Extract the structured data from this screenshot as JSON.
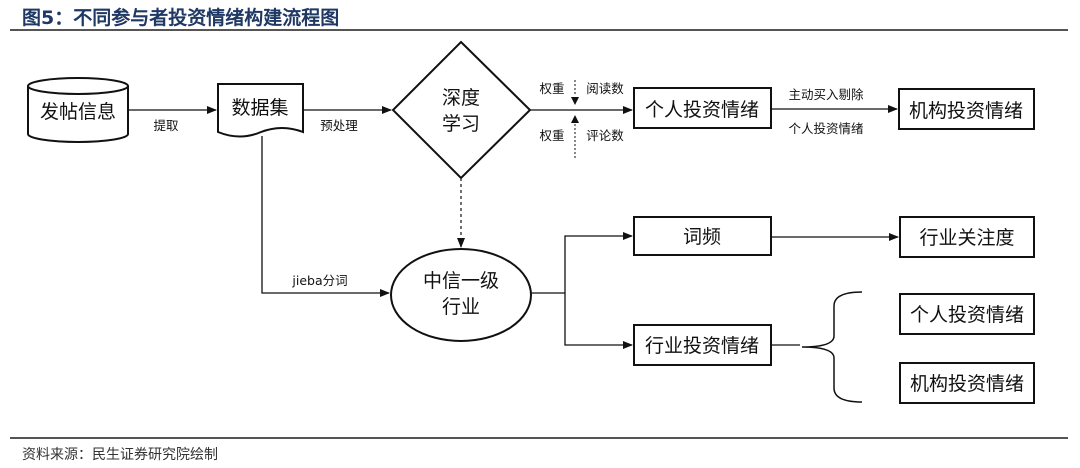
{
  "figure": {
    "title": "图5：不同参与者投资情绪构建流程图",
    "source": "资料来源：民生证券研究院绘制"
  },
  "nodes": {
    "post_info": "发帖信息",
    "dataset": "数据集",
    "deep_learning_line1": "深度",
    "deep_learning_line2": "学习",
    "personal_sentiment": "个人投资情绪",
    "institutional_sentiment": "机构投资情绪",
    "citic_line1": "中信一级",
    "citic_line2": "行业",
    "word_freq": "词频",
    "industry_attention": "行业关注度",
    "industry_sentiment": "行业投资情绪",
    "personal_sentiment_2": "个人投资情绪",
    "institutional_sentiment_2": "机构投资情绪"
  },
  "edge_labels": {
    "extract": "提取",
    "preprocess": "预处理",
    "weight_top": "权重",
    "reads": "阅读数",
    "weight_bottom": "权重",
    "comments": "评论数",
    "active_buy_remove": "主动买入剔除",
    "personal_sentiment_note": "个人投资情绪",
    "jieba": "jieba分词"
  }
}
